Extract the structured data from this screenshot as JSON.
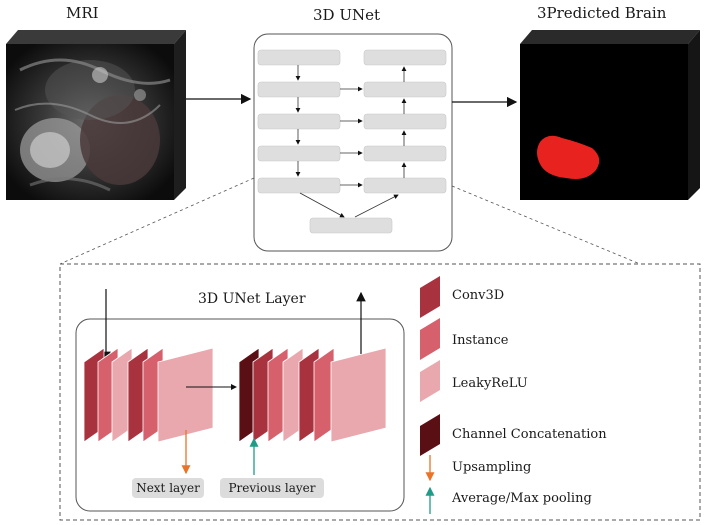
{
  "titles": {
    "mri": "MRI",
    "unet": "3D UNet",
    "predicted": "3Predicted Brain"
  },
  "detail": {
    "title": "3D UNet Layer",
    "next_layer": "Next layer",
    "previous_layer": "Previous layer"
  },
  "legend": [
    {
      "label": "Conv3D",
      "color": "#a8333f"
    },
    {
      "label": "Instance",
      "color": "#d6606b"
    },
    {
      "label": "LeakyReLU",
      "color": "#e9a8ae"
    },
    {
      "label": "Channel Concatenation",
      "color": "#5a0f15"
    }
  ],
  "arrows_legend": [
    {
      "label": "Upsampling",
      "color": "#e8742a"
    },
    {
      "label": "Average/Max pooling",
      "color": "#1f9c87"
    }
  ],
  "colors": {
    "block": "#dedede",
    "prediction": "#e8231f"
  }
}
